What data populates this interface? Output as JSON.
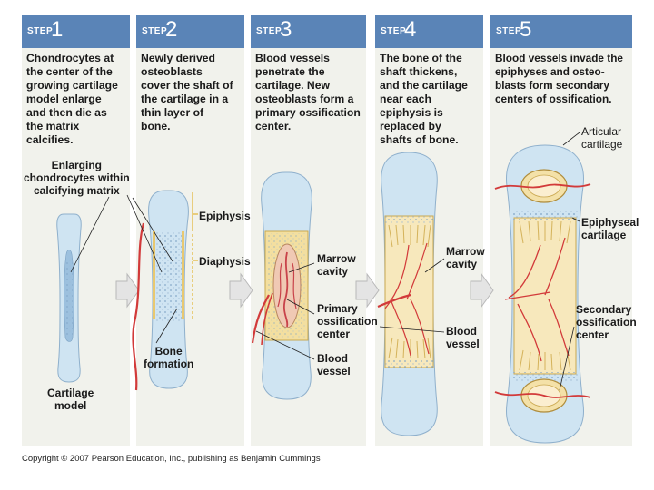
{
  "steps": [
    {
      "word": "STEP",
      "number": "1",
      "desc": [
        "Chondrocytes at",
        "the center of the",
        "growing cartilage",
        "model enlarge",
        "and then die as",
        "the matrix",
        "calcifies."
      ]
    },
    {
      "word": "STEP",
      "number": "2",
      "desc": [
        "Newly derived",
        "osteoblasts",
        "cover the shaft of",
        "the cartilage in a",
        "thin layer of",
        "bone."
      ]
    },
    {
      "word": "STEP",
      "number": "3",
      "desc": [
        "Blood vessels",
        "penetrate the",
        "cartilage. New",
        "osteoblasts form a",
        "primary ossification",
        "center."
      ]
    },
    {
      "word": "STEP",
      "number": "4",
      "desc": [
        "The bone of the",
        "shaft thickens,",
        "and the cartilage",
        "near each",
        "epiphysis is",
        "replaced by",
        "shafts of bone."
      ]
    },
    {
      "word": "STEP",
      "number": "5",
      "desc": [
        "Blood vessels invade the",
        "epiphyses and osteo-",
        "blasts form secondary",
        "centers of ossification."
      ]
    }
  ],
  "labels": {
    "enlarging": [
      "Enlarging",
      "chondrocytes within",
      "calcifying matrix"
    ],
    "cartilage_model": [
      "Cartilage",
      "model"
    ],
    "epiphysis": "Epiphysis",
    "diaphysis": "Diaphysis",
    "bone_formation": [
      "Bone",
      "formation"
    ],
    "marrow_cavity_3": [
      "Marrow",
      "cavity"
    ],
    "primary_center": [
      "Primary",
      "ossification",
      "center"
    ],
    "blood_vessel_3": [
      "Blood",
      "vessel"
    ],
    "marrow_cavity_4": [
      "Marrow",
      "cavity"
    ],
    "blood_vessel_4": [
      "Blood",
      "vessel"
    ],
    "articular": [
      "Articular",
      "cartilage"
    ],
    "epiphyseal": [
      "Epiphyseal",
      "cartilage"
    ],
    "secondary_center": [
      "Secondary",
      "ossification",
      "center"
    ]
  },
  "copyright": "Copyright © 2007 Pearson Education, Inc., publishing as Benjamin Cummings",
  "colors": {
    "step_bar": "#5a84b7",
    "panel": "#f1f2ec",
    "cartilage": "#cfe4f2",
    "bone": "#f3dfa0",
    "vessel": "#d23a3a",
    "arrow": "#e4e4e4"
  }
}
